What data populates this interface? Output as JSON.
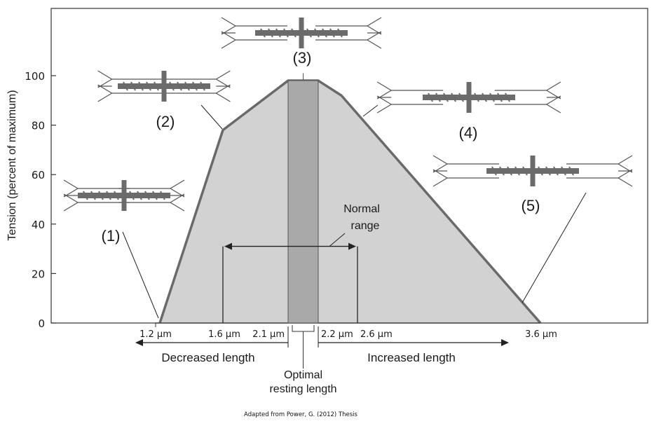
{
  "chart_data": {
    "type": "area",
    "title": "",
    "ylabel": "Tension (percent of maximum)",
    "ylim": [
      0,
      100
    ],
    "yticks": [
      0,
      20,
      40,
      60,
      80,
      100
    ],
    "grid": false,
    "x": [
      1.2,
      1.6,
      2.1,
      2.2,
      2.35,
      3.6
    ],
    "y": [
      0,
      78,
      98,
      98,
      92,
      0
    ],
    "x_tick_labels": [
      {
        "x": 1.2,
        "label": "1.2 µm"
      },
      {
        "x": 1.6,
        "label": "1.6 µm"
      },
      {
        "x": 2.1,
        "label": "2.1 µm"
      },
      {
        "x": 2.2,
        "label": "2.2 µm"
      },
      {
        "x": 2.6,
        "label": "2.6 µm"
      },
      {
        "x": 3.6,
        "label": "3.6 µm"
      }
    ],
    "optimal_band": {
      "x": [
        2.1,
        2.2
      ],
      "label": "Optimal resting length"
    },
    "normal_range": {
      "x": [
        1.6,
        2.6
      ],
      "y": 31,
      "label": "Normal range"
    },
    "decreased_label": "Decreased length",
    "increased_label": "Increased length",
    "sarcomeres": [
      {
        "label": "(1)",
        "x": 1.2,
        "y": 0,
        "overlap": 1.0
      },
      {
        "label": "(2)",
        "x": 1.6,
        "y": 78,
        "overlap": 0.85
      },
      {
        "label": "(3)",
        "x": 2.15,
        "y": 98,
        "overlap": 0.5
      },
      {
        "label": "(4)",
        "x": 2.35,
        "y": 92,
        "overlap": 0.2
      },
      {
        "label": "(5)",
        "x": 3.6,
        "y": 0,
        "overlap": 0.0
      }
    ],
    "credit": "Adapted from Power, G. (2012) Thesis"
  },
  "colors": {
    "area_fill": "#d2d2d2",
    "area_edge": "#6a6a6a",
    "band_fill": "#a9a9a9",
    "filament": "#6b6b6b",
    "thin_line": "#555555"
  }
}
